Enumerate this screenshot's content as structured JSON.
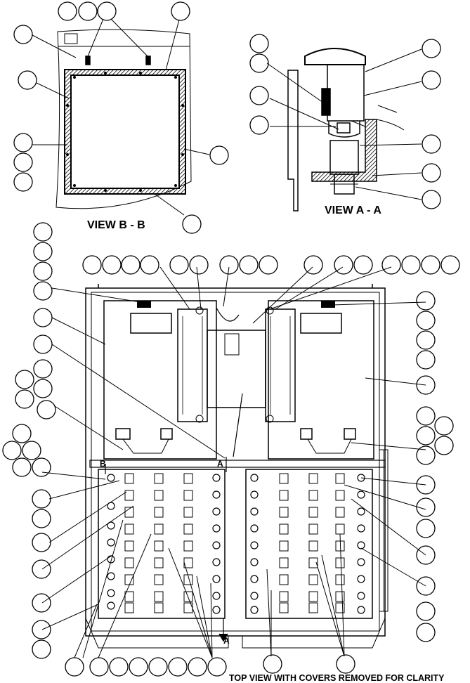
{
  "captions": {
    "view_b": "VIEW B - B",
    "view_a": "VIEW A - A",
    "top_view": "TOP VIEW WITH COVERS REMOVED FOR CLARITY"
  },
  "section_marks": {
    "b": "B",
    "a": "A"
  },
  "colors": {
    "line": "#000000",
    "background": "#ffffff"
  }
}
